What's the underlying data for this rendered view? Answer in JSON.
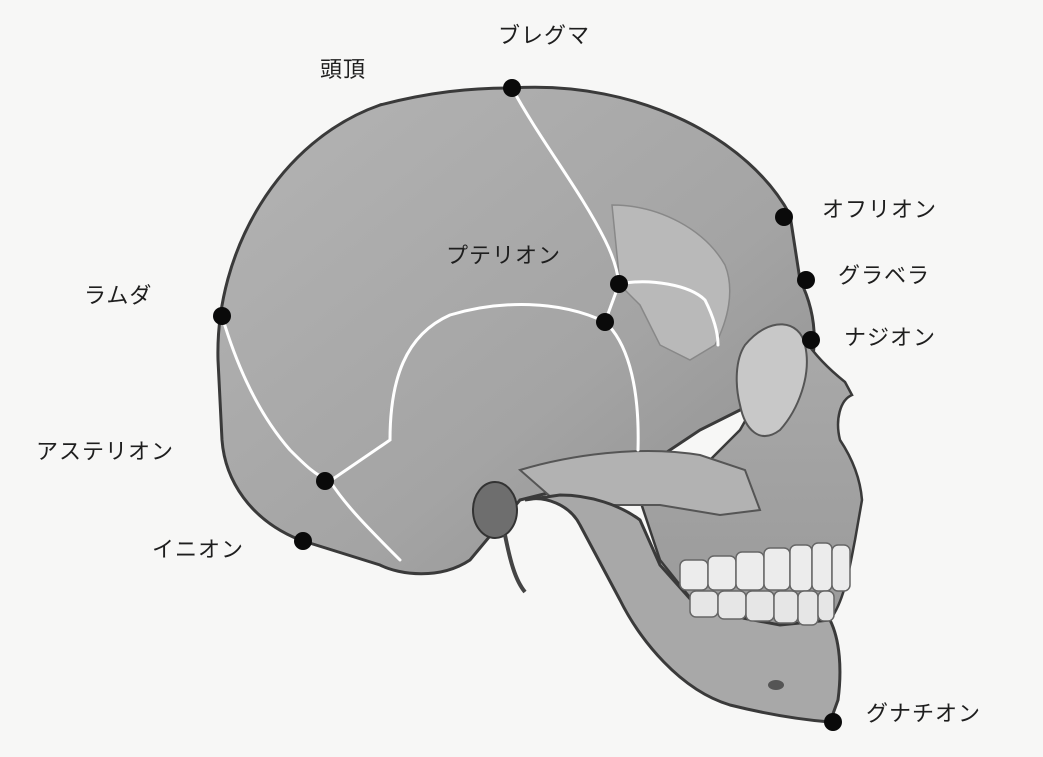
{
  "diagram": {
    "colors": {
      "skull_fill": "#a7a7a7",
      "skull_outline": "#3a3a3a",
      "suture": "#ffffff",
      "landmark": "#0a0a0a",
      "teeth": "#ececec",
      "background": "#f7f7f6"
    },
    "landmarks": [
      {
        "id": "vertex",
        "label": "頭頂"
      },
      {
        "id": "bregma",
        "label": "ブレグマ"
      },
      {
        "id": "ophryon",
        "label": "オフリオン"
      },
      {
        "id": "pterion",
        "label": "プテリオン"
      },
      {
        "id": "glabella",
        "label": "グラベラ"
      },
      {
        "id": "lambda",
        "label": "ラムダ"
      },
      {
        "id": "nasion",
        "label": "ナジオン"
      },
      {
        "id": "asterion",
        "label": "アステリオン"
      },
      {
        "id": "inion",
        "label": "イニオン"
      },
      {
        "id": "gnathion",
        "label": "グナチオン"
      }
    ]
  }
}
